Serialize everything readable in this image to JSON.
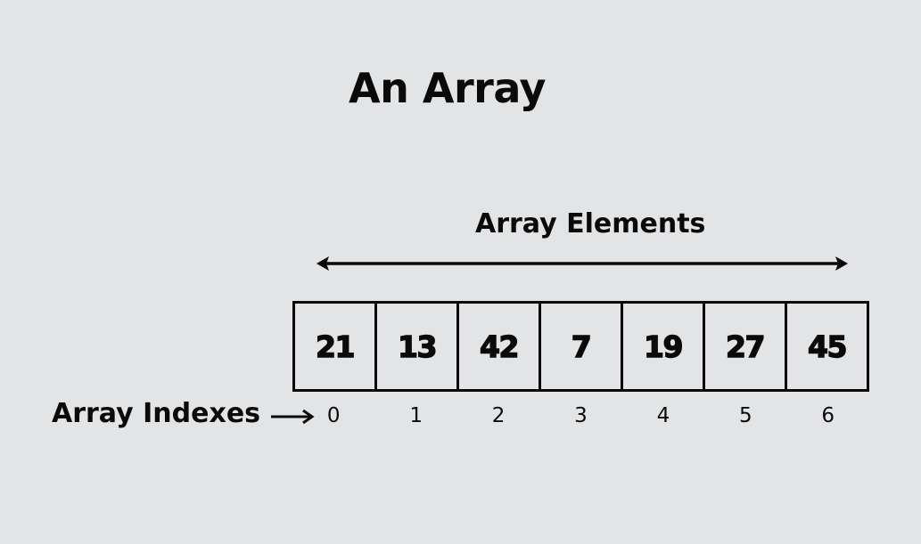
{
  "title": "An Array",
  "elements_label": "Array Elements",
  "indexes_label": "Array Indexes",
  "elements": [
    "21",
    "13",
    "42",
    "7",
    "19",
    "27",
    "45"
  ],
  "indexes": [
    "0",
    "1",
    "2",
    "3",
    "4",
    "5",
    "6"
  ],
  "colors": {
    "background": "#e3e4e6",
    "ink": "#0a0a0a"
  },
  "icons": {
    "span_arrow": "double-headed-arrow-icon",
    "index_arrow": "right-arrow-icon"
  }
}
